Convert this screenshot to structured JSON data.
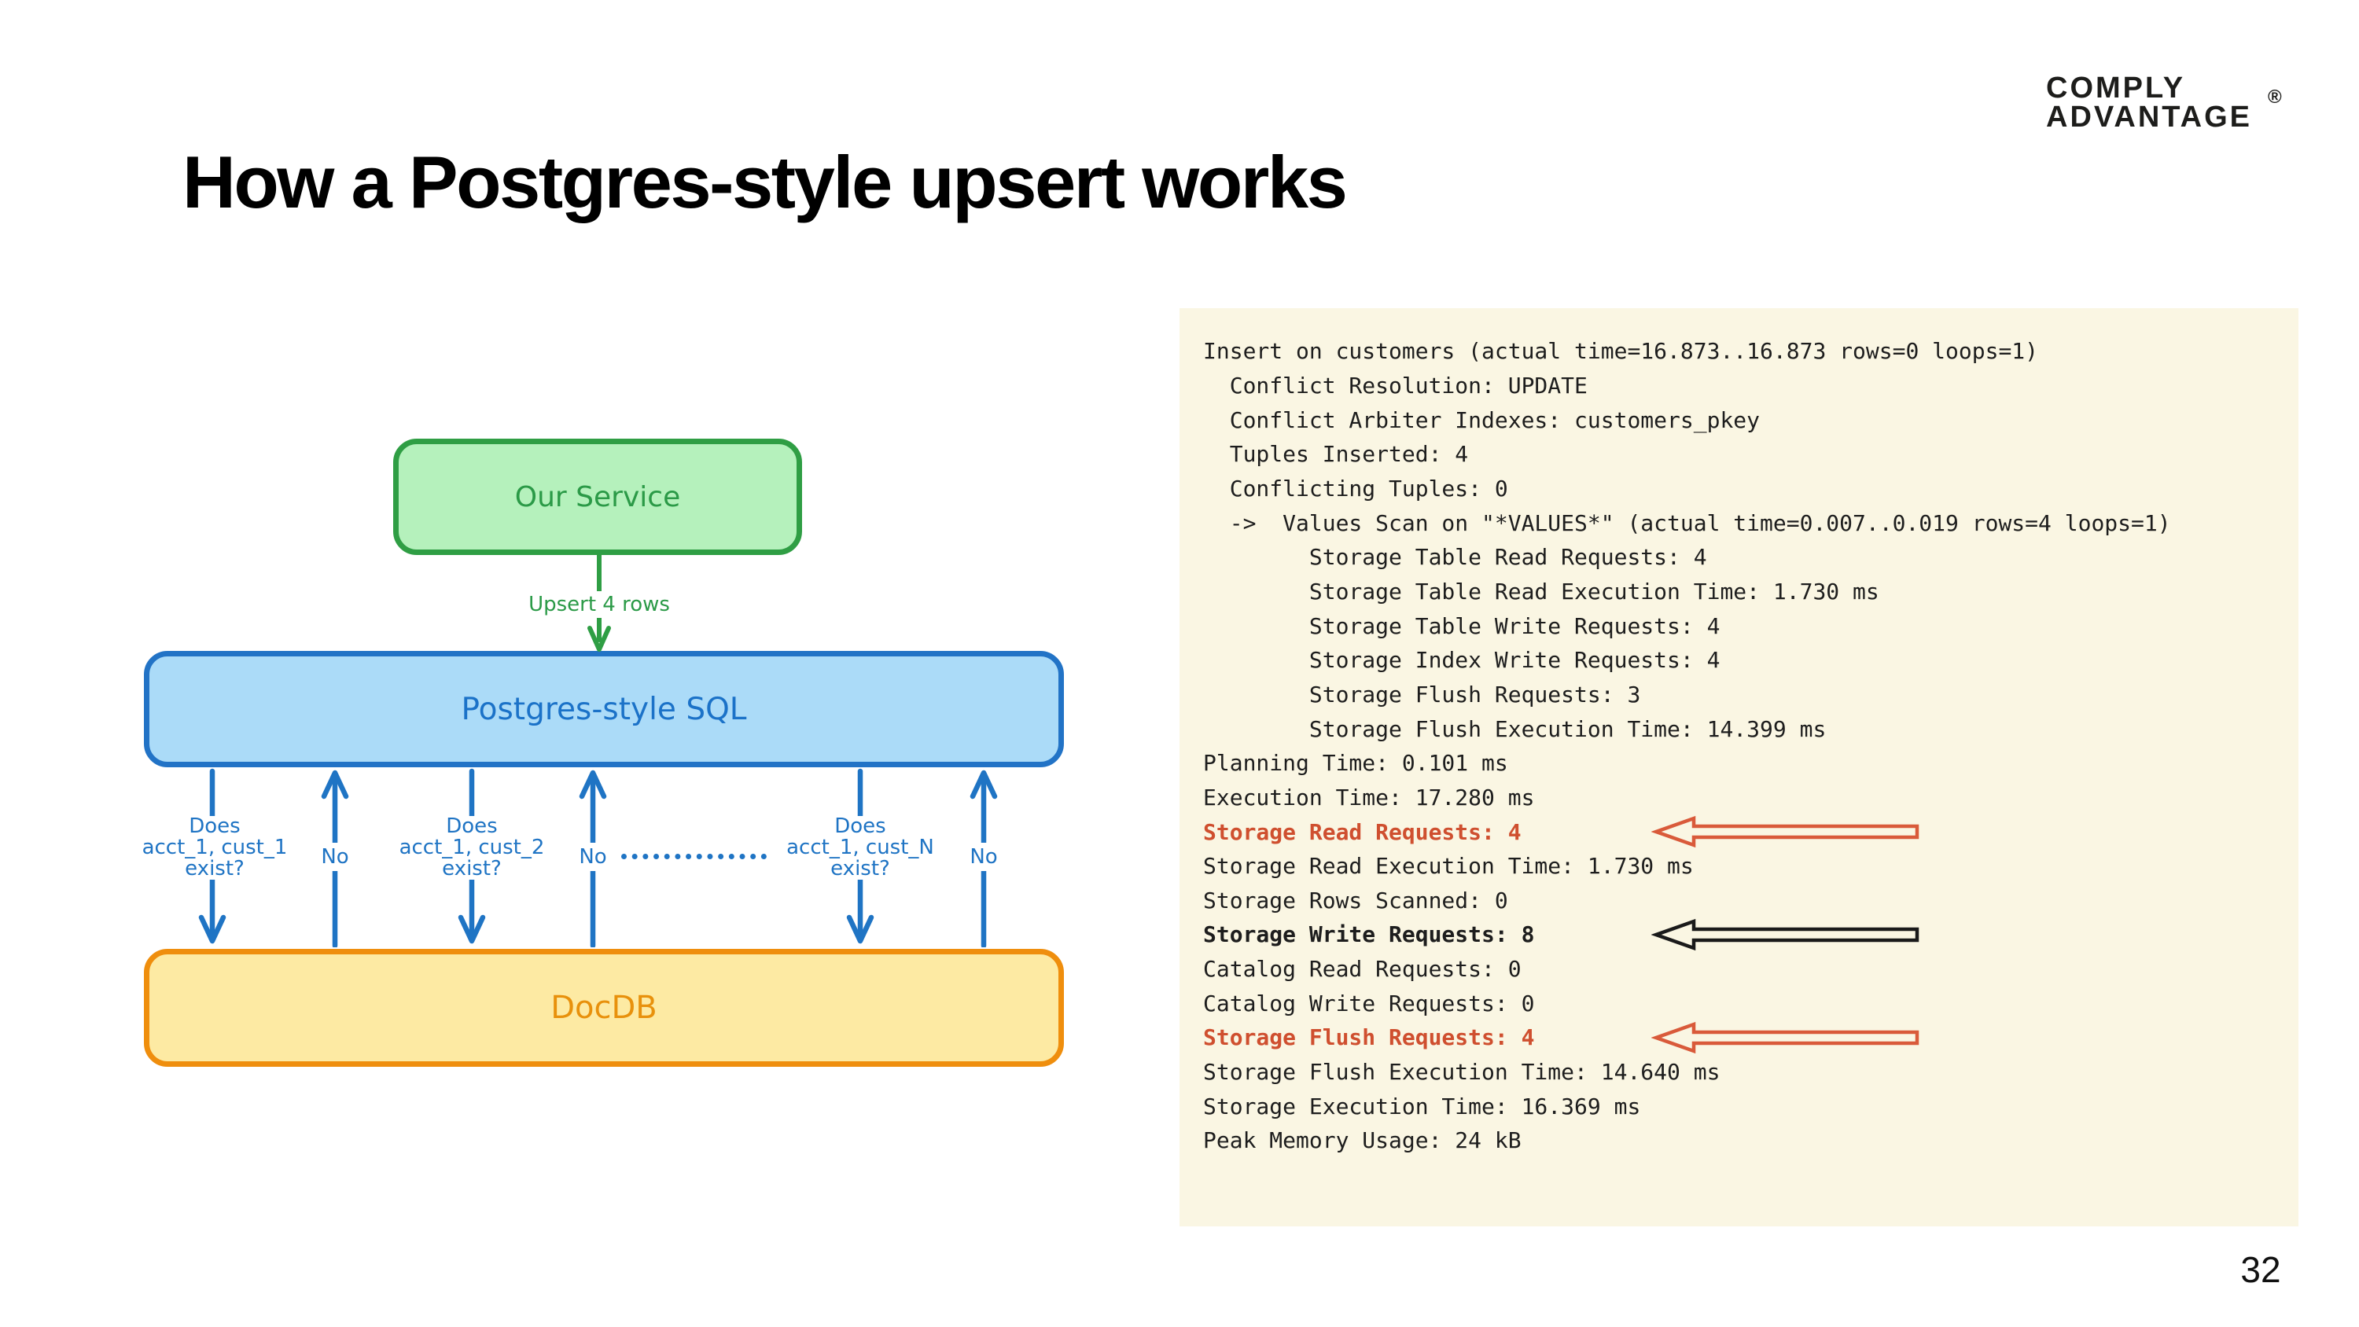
{
  "slide": {
    "title": "How a Postgres-style upsert works",
    "page_number": "32",
    "logo": {
      "line1": "COMPLY",
      "line2": "ADVANTAGE",
      "registered": "®"
    }
  },
  "diagram": {
    "nodes": {
      "service": {
        "label": "Our Service"
      },
      "sql": {
        "label": "Postgres-style SQL"
      },
      "docdb": {
        "label": "DocDB"
      }
    },
    "upsert_arrow_label": "Upsert 4 rows",
    "questions": [
      {
        "line1": "Does",
        "line2": "acct_1, cust_1",
        "line3": "exist?"
      },
      {
        "line1": "Does",
        "line2": "acct_1, cust_2",
        "line3": "exist?"
      },
      {
        "line1": "Does",
        "line2": "acct_1, cust_N",
        "line3": "exist?"
      }
    ],
    "no_labels": [
      "No",
      "No",
      "No"
    ]
  },
  "explain_output": {
    "lines": [
      {
        "text": "Insert on customers (actual time=16.873..16.873 rows=0 loops=1)",
        "style": "normal",
        "arrow": null
      },
      {
        "text": "  Conflict Resolution: UPDATE",
        "style": "normal",
        "arrow": null
      },
      {
        "text": "  Conflict Arbiter Indexes: customers_pkey",
        "style": "normal",
        "arrow": null
      },
      {
        "text": "  Tuples Inserted: 4",
        "style": "normal",
        "arrow": null
      },
      {
        "text": "  Conflicting Tuples: 0",
        "style": "normal",
        "arrow": null
      },
      {
        "text": "  ->  Values Scan on \"*VALUES*\" (actual time=0.007..0.019 rows=4 loops=1)",
        "style": "normal",
        "arrow": null
      },
      {
        "text": "        Storage Table Read Requests: 4",
        "style": "normal",
        "arrow": null
      },
      {
        "text": "        Storage Table Read Execution Time: 1.730 ms",
        "style": "normal",
        "arrow": null
      },
      {
        "text": "        Storage Table Write Requests: 4",
        "style": "normal",
        "arrow": null
      },
      {
        "text": "        Storage Index Write Requests: 4",
        "style": "normal",
        "arrow": null
      },
      {
        "text": "        Storage Flush Requests: 3",
        "style": "normal",
        "arrow": null
      },
      {
        "text": "        Storage Flush Execution Time: 14.399 ms",
        "style": "normal",
        "arrow": null
      },
      {
        "text": "Planning Time: 0.101 ms",
        "style": "normal",
        "arrow": null
      },
      {
        "text": "Execution Time: 17.280 ms",
        "style": "normal",
        "arrow": null
      },
      {
        "text": "Storage Read Requests: 4",
        "style": "red",
        "arrow": "red"
      },
      {
        "text": "Storage Read Execution Time: 1.730 ms",
        "style": "normal",
        "arrow": null
      },
      {
        "text": "Storage Rows Scanned: 0",
        "style": "normal",
        "arrow": null
      },
      {
        "text": "Storage Write Requests: 8",
        "style": "bold",
        "arrow": "black"
      },
      {
        "text": "Catalog Read Requests: 0",
        "style": "normal",
        "arrow": null
      },
      {
        "text": "Catalog Write Requests: 0",
        "style": "normal",
        "arrow": null
      },
      {
        "text": "Storage Flush Requests: 4",
        "style": "red",
        "arrow": "red"
      },
      {
        "text": "Storage Flush Execution Time: 14.640 ms",
        "style": "normal",
        "arrow": null
      },
      {
        "text": "Storage Execution Time: 16.369 ms",
        "style": "normal",
        "arrow": null
      },
      {
        "text": "Peak Memory Usage: 24 kB",
        "style": "normal",
        "arrow": null
      }
    ]
  },
  "colors": {
    "slide_bg": "#ffffff",
    "panel_bg": "#faf6e3",
    "code_text": "#1d1d1d",
    "highlight_red": "#cf4f2f",
    "arrow_red": "#d95a3a",
    "arrow_black": "#1a1a1a",
    "green_border": "#2f9e44",
    "green_fill": "#b5f1bc",
    "green_text": "#2b9a47",
    "blue_border": "#2273c6",
    "blue_fill": "#abdbf8",
    "blue_text": "#1b72c8",
    "arrow_blue": "#1f74c4",
    "orange_border": "#ef8e0d",
    "orange_fill": "#fdeaa3",
    "orange_text": "#e8910c"
  }
}
